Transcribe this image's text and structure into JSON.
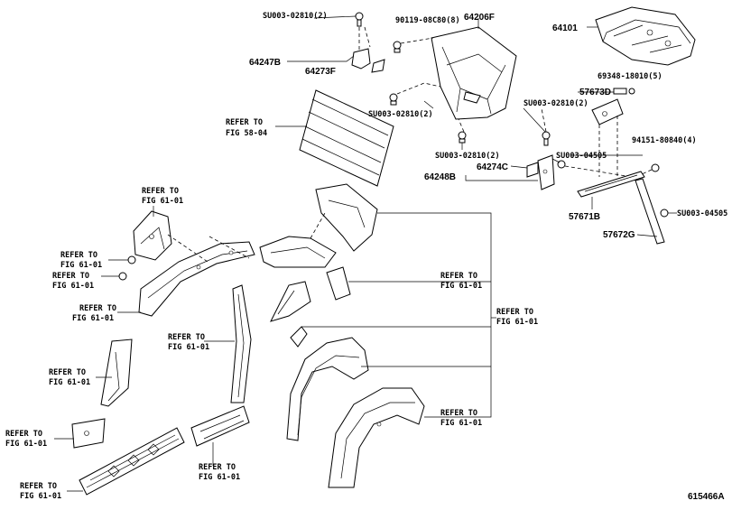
{
  "diagram": {
    "figure_code": "615466A",
    "labels": {
      "su0003_02810_top": "SU003-02810(2)",
      "b90119_08c80": "90119-08C80(8)",
      "p64206f": "64206F",
      "p64101": "64101",
      "p64247b": "64247B",
      "p64273f": "64273F",
      "b69348_18010": "69348-18010(5)",
      "refer_58_04_line1": "REFER TO",
      "refer_58_04_line2": "FIG 58-04",
      "p57673d": "57673D",
      "su0003_02810_mid": "SU003-02810(2)",
      "su0003_02810_right": "SU003-02810(2)",
      "su0003_02810_low": "SU003-02810(2)",
      "su0003_04505_a": "SU003-04505",
      "b94151_80840": "94151-80840(4)",
      "p64274c": "64274C",
      "p64248b": "64248B",
      "p57671b": "57671B",
      "su0003_04505_b": "SU003-04505",
      "p57672g": "57672G"
    },
    "refer_line1": "REFER TO",
    "refer_line2": "FIG 61-01"
  }
}
